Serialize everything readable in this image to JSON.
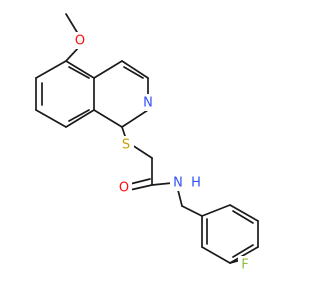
{
  "atoms": {
    "o_methoxy": {
      "symbol": "O",
      "color": "#ff0d0d"
    },
    "n_ring": {
      "symbol": "N",
      "color": "#3050f8"
    },
    "s_thio": {
      "symbol": "S",
      "color": "#c8a000"
    },
    "o_carbonyl": {
      "symbol": "O",
      "color": "#ff0d0d"
    },
    "n_amide": {
      "symbol": "N",
      "color": "#3050f8"
    },
    "h_amide": {
      "symbol": "H",
      "color": "#3050f8"
    },
    "f_aryl": {
      "symbol": "F",
      "color": "#8fbf3f"
    }
  }
}
